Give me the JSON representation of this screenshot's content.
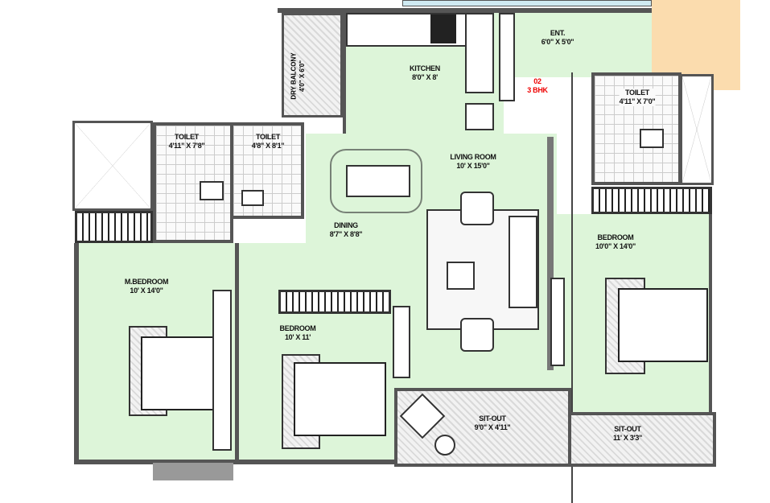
{
  "unit": {
    "number": "02",
    "type": "3 BHK",
    "accent_color": "#ee0000"
  },
  "rooms": {
    "dry_balcony": {
      "name": "DRY BALCONY",
      "size": "4'0\" X 6'0\""
    },
    "kitchen": {
      "name": "KITCHEN",
      "size": "8'0\" X 8'"
    },
    "entrance": {
      "name": "ENT.",
      "size": "6'0\" X 5'0\""
    },
    "toilet_right": {
      "name": "TOILET",
      "size": "4'11\" X 7'0\""
    },
    "living_room": {
      "name": "LIVING ROOM",
      "size": "10' X 15'0\""
    },
    "toilet_1": {
      "name": "TOILET",
      "size": "4'11\" X 7'8\""
    },
    "toilet_2": {
      "name": "TOILET",
      "size": "4'8\" X 8'1\""
    },
    "dining": {
      "name": "DINING",
      "size": "8'7\" X 8'8\""
    },
    "master_bedroom": {
      "name": "M.BEDROOM",
      "size": "10' X 14'0\""
    },
    "bedroom_2": {
      "name": "BEDROOM",
      "size": "10' X 11'"
    },
    "bedroom_3": {
      "name": "BEDROOM",
      "size": "10'0\" X 14'0\""
    },
    "sit_out_1": {
      "name": "SIT-OUT",
      "size": "9'0\" X 4'11\""
    },
    "sit_out_2": {
      "name": "SIT-OUT",
      "size": "11' X 3'3\""
    }
  }
}
